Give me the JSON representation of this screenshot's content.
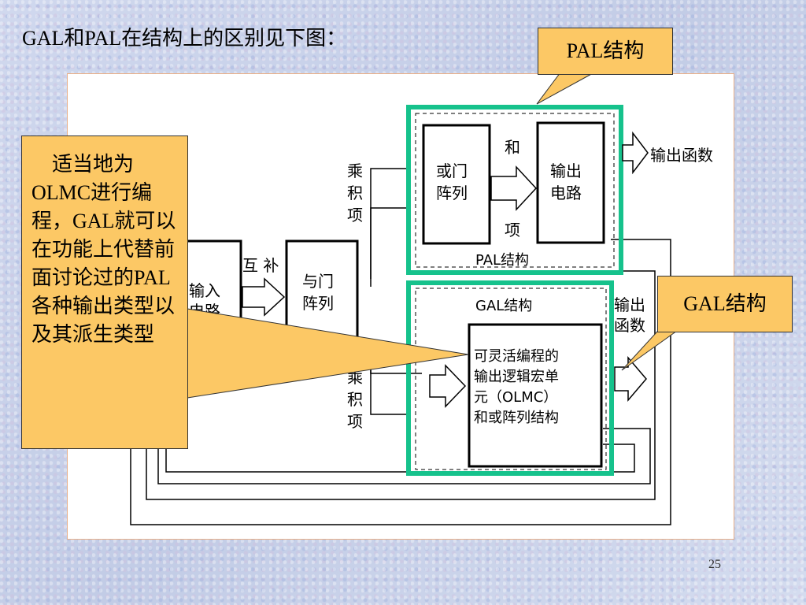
{
  "slide": {
    "title": "GAL和PAL在结构上的区别见下图：",
    "page_number": "25"
  },
  "callouts": {
    "pal": "PAL结构",
    "gal": "GAL结构",
    "olmc_note": "适当地为OLMC进行编程，GAL就可以在功能上代替前面讨论过的PAL各种输出类型以及其派生类型"
  },
  "diagram": {
    "input_circuit": [
      "输入",
      "电路"
    ],
    "complement": "互 补",
    "and_array": [
      "与门",
      "阵列"
    ],
    "product_terms": [
      "乘",
      "积",
      "项"
    ],
    "product_terms_lower": [
      "乘",
      "积",
      "项"
    ],
    "or_array": [
      "或门",
      "阵列"
    ],
    "sum": "和",
    "term": "项",
    "output_circuit": [
      "输出",
      "电路"
    ],
    "output_function": "输出函数",
    "output_function_gal": [
      "输出",
      "函数"
    ],
    "pal_label": "PAL结构",
    "gal_label": "GAL结构",
    "olmc_block": [
      "可灵活编程的",
      "输出逻辑宏单",
      "元（OLMC）",
      "和或阵列结构"
    ]
  },
  "colors": {
    "highlight_border": "#16c28c",
    "callout_fill": "#fcc865",
    "figure_border": "#e8b08a"
  }
}
